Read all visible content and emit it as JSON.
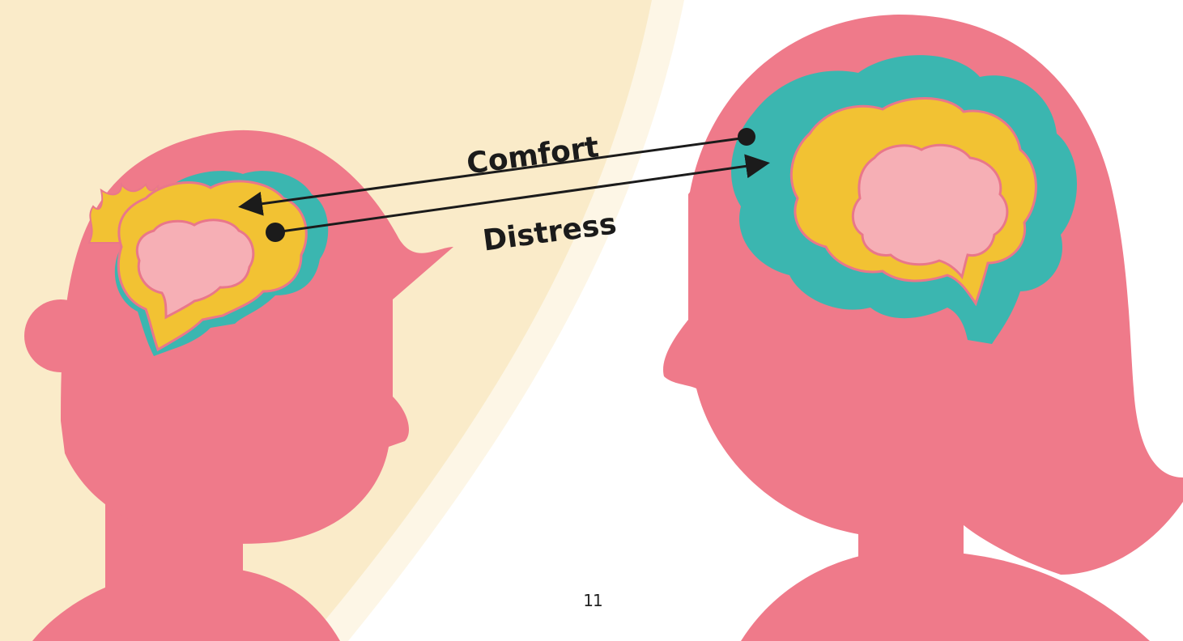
{
  "labels": {
    "comfort": "Comfort",
    "distress": "Distress"
  },
  "page_number": "11",
  "colors": {
    "background": "#ffffff",
    "beige_band": "#faebc9",
    "beige_band_light": "#fdf6e6",
    "head_pink": "#ef7a8a",
    "brain_teal": "#3bb6b0",
    "brain_yellow": "#f2c233",
    "brain_pink": "#f6afb5",
    "brain_outline": "#e9778a",
    "arrow": "#1b1b1b"
  }
}
